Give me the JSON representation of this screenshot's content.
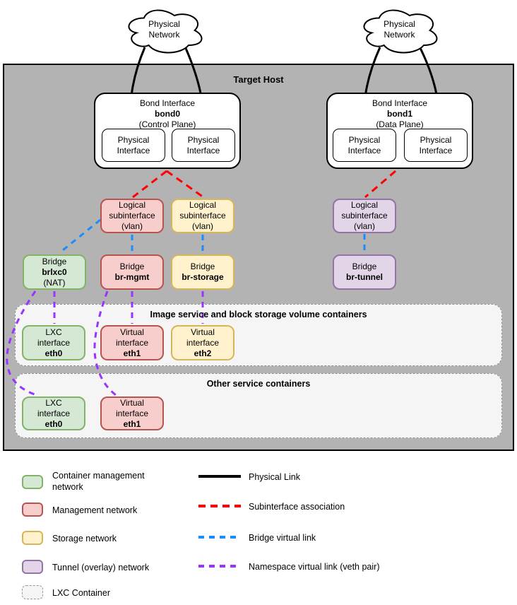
{
  "colors": {
    "host_fill": "#b3b3b3",
    "container_fill": "#f5f5f5",
    "green_fill": "#d5e8d4",
    "green_stroke": "#82b366",
    "red_fill": "#f8cecc",
    "red_stroke": "#b85450",
    "yellow_fill": "#fff2cc",
    "yellow_stroke": "#d6b656",
    "purple_fill": "#e1d5e7",
    "purple_stroke": "#9673a6",
    "link_black": "#000000",
    "link_red": "#ff0000",
    "link_blue": "#1a8cff",
    "link_purple": "#9933ff"
  },
  "host": {
    "label": "Target Host"
  },
  "clouds": {
    "line1": "Physical",
    "line2": "Network"
  },
  "bonds": {
    "bond0": {
      "title": "Bond Interface",
      "name": "bond0",
      "plane": "(Control Plane)"
    },
    "bond1": {
      "title": "Bond Interface",
      "name": "bond1",
      "plane": "(Data Plane)"
    },
    "physical_interface": {
      "line1": "Physical",
      "line2": "Interface"
    }
  },
  "subinterfaces": {
    "mgmt": {
      "line1": "Logical",
      "line2": "subinterface",
      "line3": "(vlan)"
    },
    "storage": {
      "line1": "Logical",
      "line2": "subinterface",
      "line3": "(vlan)"
    },
    "tunnel": {
      "line1": "Logical",
      "line2": "subinterface",
      "line3": "(vlan)"
    }
  },
  "bridges": {
    "lxc": {
      "line1": "Bridge",
      "name": "brlxc0",
      "line3": "(NAT)"
    },
    "mgmt": {
      "line1": "Bridge",
      "name": "br-mgmt"
    },
    "storage": {
      "line1": "Bridge",
      "name": "br-storage"
    },
    "tunnel": {
      "line1": "Bridge",
      "name": "br-tunnel"
    }
  },
  "containers": {
    "image_block": {
      "title": "Image service and block storage volume containers",
      "interfaces": [
        {
          "line1": "LXC",
          "line2": "interface",
          "name": "eth0"
        },
        {
          "line1": "Virtual",
          "line2": "interface",
          "name": "eth1"
        },
        {
          "line1": "Virtual",
          "line2": "interface",
          "name": "eth2"
        }
      ]
    },
    "other": {
      "title": "Other service containers",
      "interfaces": [
        {
          "line1": "LXC",
          "line2": "interface",
          "name": "eth0"
        },
        {
          "line1": "Virtual",
          "line2": "interface",
          "name": "eth1"
        }
      ]
    }
  },
  "legend": {
    "swatches": [
      {
        "label": "Container management network",
        "type": "green"
      },
      {
        "label": "Management network",
        "type": "red"
      },
      {
        "label": "Storage network",
        "type": "yellow"
      },
      {
        "label": "Tunnel (overlay) network",
        "type": "purple"
      },
      {
        "label": "LXC Container",
        "type": "dashed"
      }
    ],
    "lines": [
      {
        "label": "Physical Link",
        "style": "solid-black"
      },
      {
        "label": "Subinterface association",
        "style": "dashed-red"
      },
      {
        "label": "Bridge virtual link",
        "style": "dashed-blue"
      },
      {
        "label": "Namespace virtual link (veth pair)",
        "style": "dashed-purple"
      }
    ]
  }
}
